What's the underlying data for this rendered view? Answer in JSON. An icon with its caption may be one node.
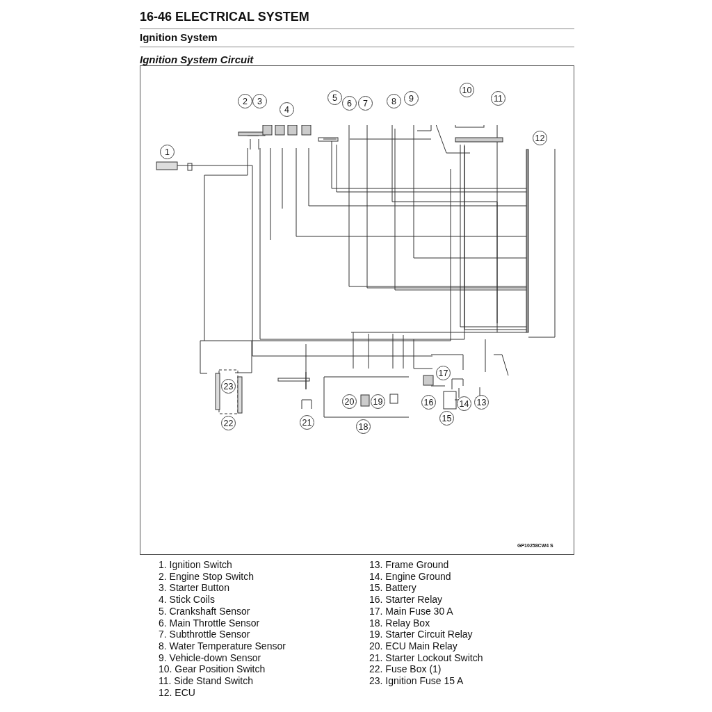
{
  "diagram": {
    "title": "16-46 ELECTRICAL SYSTEM",
    "labels": [
      "Ignition System",
      "Ignition System Circuit",
      "1",
      "2",
      "3",
      "4",
      "5",
      "6",
      "7",
      "8",
      "9",
      "10",
      "11",
      "12",
      "13",
      "14",
      "15",
      "16",
      "17",
      "18",
      "19",
      "20",
      "21",
      "22",
      "23",
      "GP10258CW4 S",
      "1. Ignition Switch",
      "2. Engine Stop Switch",
      "3. Starter Button",
      "4. Stick Coils",
      "5. Crankshaft Sensor",
      "6. Main Throttle Sensor",
      "7. Subthrottle Sensor",
      "8. Water Temperature Sensor",
      "9. Vehicle-down Sensor",
      "10. Gear Position Switch",
      "11. Side Stand Switch",
      "12. ECU",
      "13. Frame Ground",
      "14. Engine Ground",
      "15. Battery",
      "16. Starter Relay",
      "17. Main Fuse 30 A",
      "18. Relay Box",
      "19. Starter Circuit Relay",
      "20. ECU Main Relay",
      "21. Starter Lockout Switch",
      "22. Fuse Box (1)",
      "23. Ignition Fuse 15 A"
    ]
  }
}
